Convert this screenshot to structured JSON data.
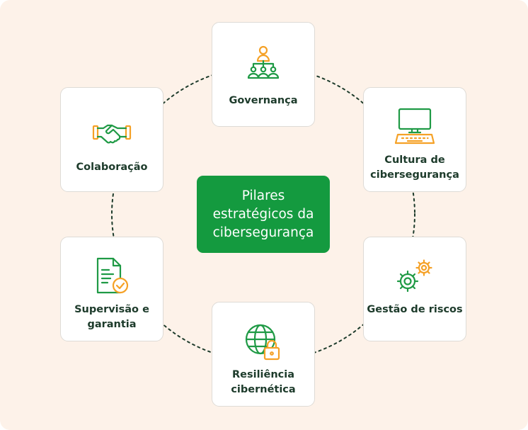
{
  "colors": {
    "background": "#fdf2e9",
    "accent_green": "#149a3f",
    "icon_green": "#1f9a45",
    "icon_orange": "#f5a126",
    "label_text": "#1d3b2b"
  },
  "center": {
    "title": "Pilares estratégicos da cibersegurança"
  },
  "pillars": [
    {
      "label": "Governança",
      "icon": "org-chart-icon"
    },
    {
      "label": "Cultura de cibersegurança",
      "icon": "computer-keyboard-icon"
    },
    {
      "label": "Gestão de riscos",
      "icon": "gears-icon"
    },
    {
      "label": "Resiliência cibernética",
      "icon": "globe-lock-icon"
    },
    {
      "label": "Supervisão e garantia",
      "icon": "document-check-icon"
    },
    {
      "label": "Colaboração",
      "icon": "handshake-icon"
    }
  ]
}
